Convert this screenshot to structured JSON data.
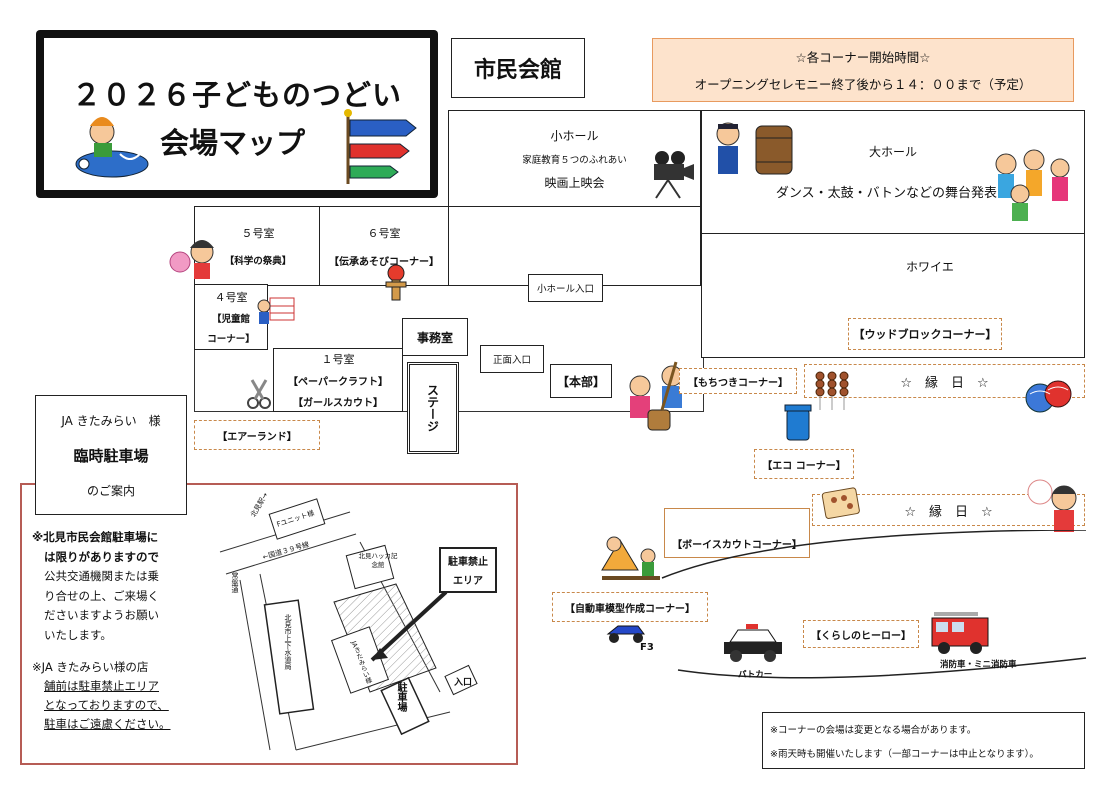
{
  "title": {
    "line1": "２０２６子どものつどい",
    "line2": "会場マップ"
  },
  "venue_name": "市民会館",
  "notice": {
    "line1": "☆各コーナー開始時間☆",
    "line2": "オープニングセレモニー終了後から１４：００まで（予定）"
  },
  "rooms": {
    "small_hall": {
      "name": "小ホール",
      "sub": "家庭教育５つのふれあい",
      "desc": "映画上映会"
    },
    "large_hall": {
      "name": "大ホール",
      "desc": "ダンス・太鼓・バトンなどの舞台発表！"
    },
    "room5": {
      "name": "５号室",
      "corner": "【科学の祭典】"
    },
    "room6": {
      "name": "６号室",
      "corner": "【伝承あそびコーナー】"
    },
    "room4": {
      "name": "４号室",
      "corner1": "【児童館",
      "corner2": "コーナー】"
    },
    "room1": {
      "name": "１号室",
      "corner1": "【ペーパークラフト】",
      "corner2": "【ガールスカウト】"
    },
    "foyer": {
      "name": "ホワイエ",
      "corner": "【ウッドブロックコーナー】"
    },
    "office": {
      "name": "事務室"
    },
    "stage": {
      "name": "ステージ"
    }
  },
  "entrances": {
    "small_hall": "小ホール入口",
    "main": "正面入口"
  },
  "corners": {
    "honbu": "【本部】",
    "mochitsuki": "【もちつきコーナー】",
    "ennichi1": "☆　縁　日　☆",
    "ennichi2": "☆　縁　日　☆",
    "eco": "【エコ コーナー】",
    "air": "【エアーランド】",
    "boyscout": "【ボーイスカウトコーナー】",
    "car_model": "【自動車模型作成コーナー】",
    "hero": "【くらしのヒーロー】"
  },
  "vehicles": {
    "f3": "F3",
    "patrol": "パトカー",
    "fire": "消防車・ミニ消防車"
  },
  "parking": {
    "sponsor": "JA きたみらい　様",
    "title": "臨時駐車場",
    "guide": "のご案内",
    "note1": [
      "※北見市民会館駐車場に",
      "は限りがありますので",
      "公共交通機関または乗",
      "り合せの上、ご来場く",
      "ださいますようお願い",
      "いたします。"
    ],
    "note2": [
      "※JA きたみらい様の店",
      "舗前は駐車禁止エリア",
      "となっておりますので、",
      "駐車はご遠慮ください。"
    ],
    "map": {
      "no_parking": [
        "駐車禁止",
        "エリア"
      ],
      "entrance": "入口",
      "parking_lot": "駐車場",
      "funit": "Fユニット様",
      "route39": "←国道３９号線",
      "kitami_st": "北見駅→",
      "joso": "常盤通",
      "hakka": "北見ハッカ記念館",
      "water": "北見市上下水道局",
      "ja": "JAきたみらい様"
    }
  },
  "footnotes": [
    "※コーナーの会場は変更となる場合があります。",
    "※雨天時も開催いたします（一部コーナーは中止となります）。"
  ]
}
